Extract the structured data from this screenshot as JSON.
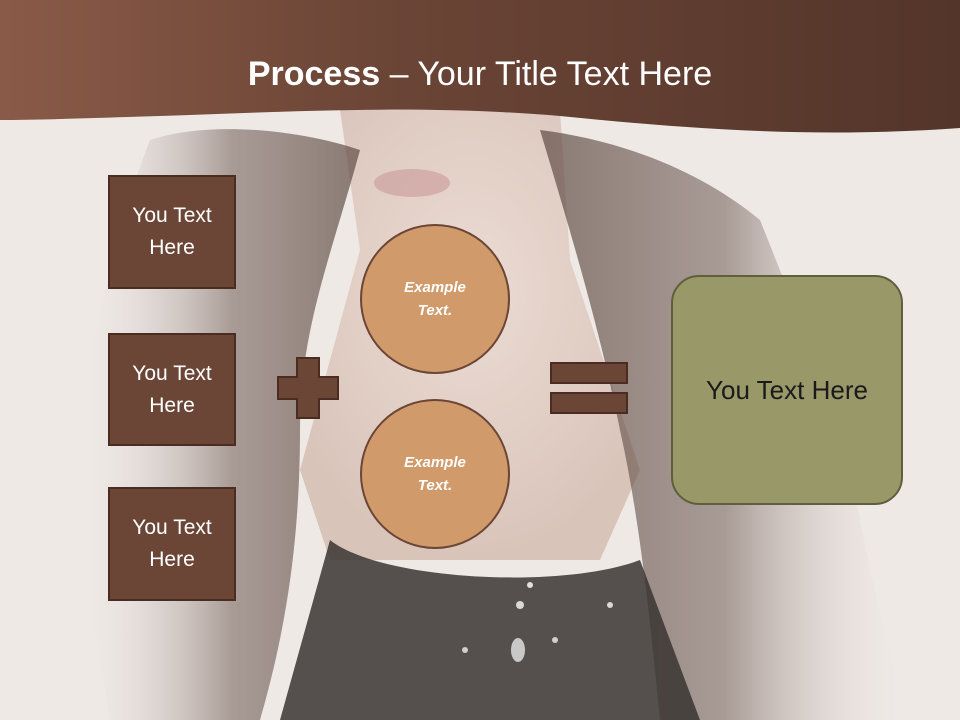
{
  "slide": {
    "title_bold": "Process",
    "title_rest": " – Your Title Text Here"
  },
  "left_boxes": [
    {
      "label": "You Text Here"
    },
    {
      "label": "You Text Here"
    },
    {
      "label": "You Text Here"
    }
  ],
  "circles": [
    {
      "label": "Example Text."
    },
    {
      "label": "Example Text."
    }
  ],
  "result": {
    "label": "You Text Here"
  },
  "colors": {
    "header": "#6b4536",
    "box_fill": "#6b4536",
    "circle_fill": "#d09a6a",
    "result_fill": "#989868",
    "operator": "#6b4536"
  },
  "icons": {
    "plus": "plus-icon",
    "equals": "equals-icon"
  }
}
